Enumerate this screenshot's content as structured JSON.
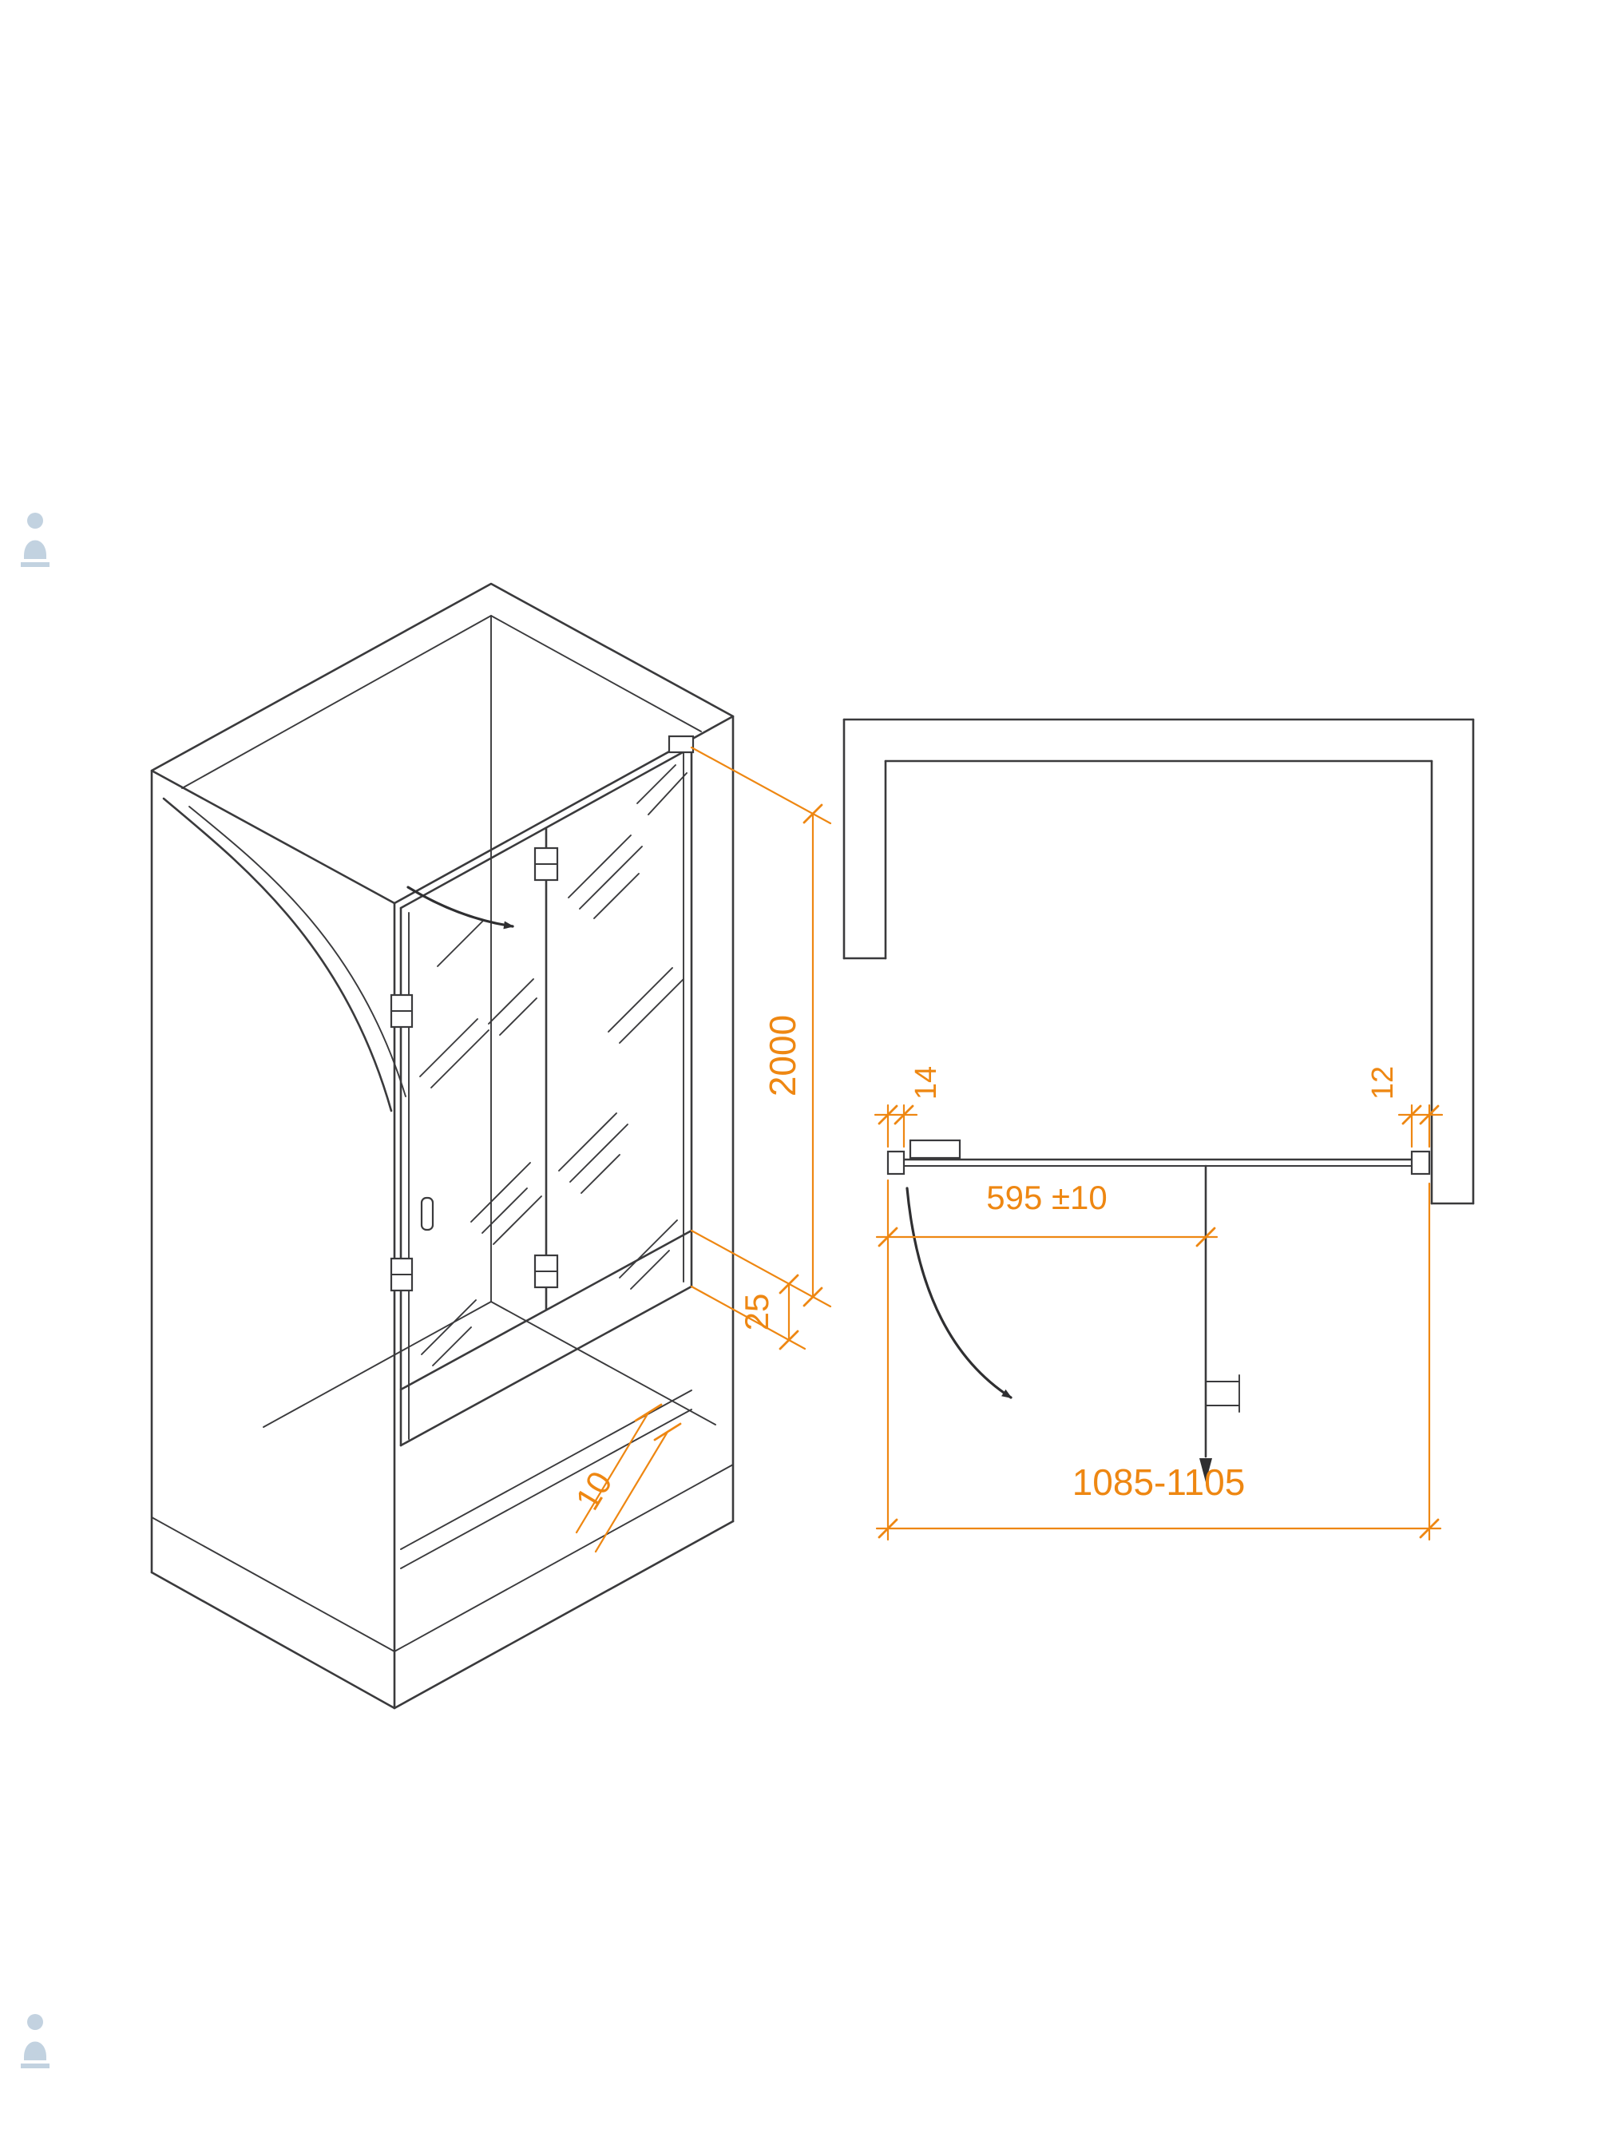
{
  "meta": {
    "drawing_type": "shower door technical drawing",
    "views": [
      "isometric enclosure view",
      "top plan view"
    ]
  },
  "colors": {
    "background": "#ffffff",
    "line": "#3a3a3c",
    "dimension": "#ee8712",
    "watermark": "#a9bfd3"
  },
  "dims": {
    "glass_height": "2000",
    "bottom_profile_height": "25",
    "threshold_depth": "10",
    "left_profile_width": "14",
    "right_gap": "12",
    "door_panel_width": "595 ±10",
    "total_width": "1085-1105"
  },
  "icons": {
    "swing_arrow_iso": "door-swing-arrow",
    "swing_arc_plan": "door-swing-arc-arrow",
    "watermark": "figure-logo"
  }
}
